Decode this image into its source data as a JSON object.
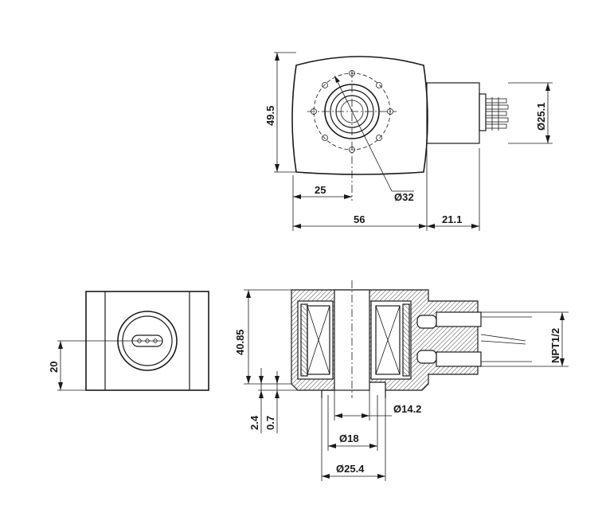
{
  "dimensions": {
    "height_front": "49.5",
    "dia_outer_connector": "Ø25.1",
    "offset_center": "25",
    "dia_bolt_circle": "Ø32",
    "width_body": "56",
    "length_connector": "21.1",
    "side_height": "20",
    "section_height": "40.85",
    "thread": "NPT1/2",
    "bottom_offset_a": "2.4",
    "bottom_offset_b": "0.7",
    "dia_bore": "Ø14.2",
    "dia_inner": "Ø18",
    "dia_outer": "Ø25.4"
  }
}
